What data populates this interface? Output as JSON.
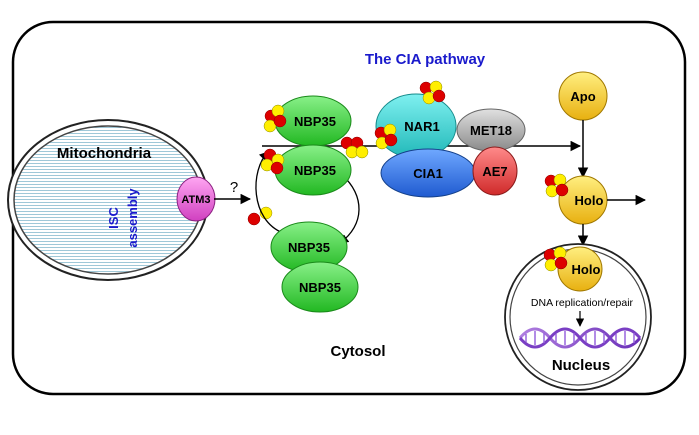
{
  "title": "The CIA pathway",
  "compartments": {
    "mitochondria": "Mitochondria",
    "cytosol": "Cytosol",
    "nucleus": "Nucleus"
  },
  "isc": {
    "line1": "ISC",
    "line2": "assembly"
  },
  "proteins": {
    "atm3": "ATM3",
    "nbp35": "NBP35",
    "nar1": "NAR1",
    "met18": "MET18",
    "cia1": "CIA1",
    "ae7": "AE7",
    "apo": "Apo",
    "holo": "Holo"
  },
  "question_mark": "?",
  "dna_label": "DNA replication/repair",
  "colors": {
    "title_blue": "#1a1acc",
    "nbp35_green": "#33cc33",
    "nar1_teal": "#33cccc",
    "met18_gray": "#a6a6a6",
    "cia1_blue": "#2f6fe0",
    "ae7_red": "#e04040",
    "atm3_magenta": "#e060d0",
    "apo_holo_yellow": "#f0c020",
    "cluster_red": "#dd0000",
    "cluster_yellow": "#ffee00",
    "dna_purple": "#8855cc"
  }
}
